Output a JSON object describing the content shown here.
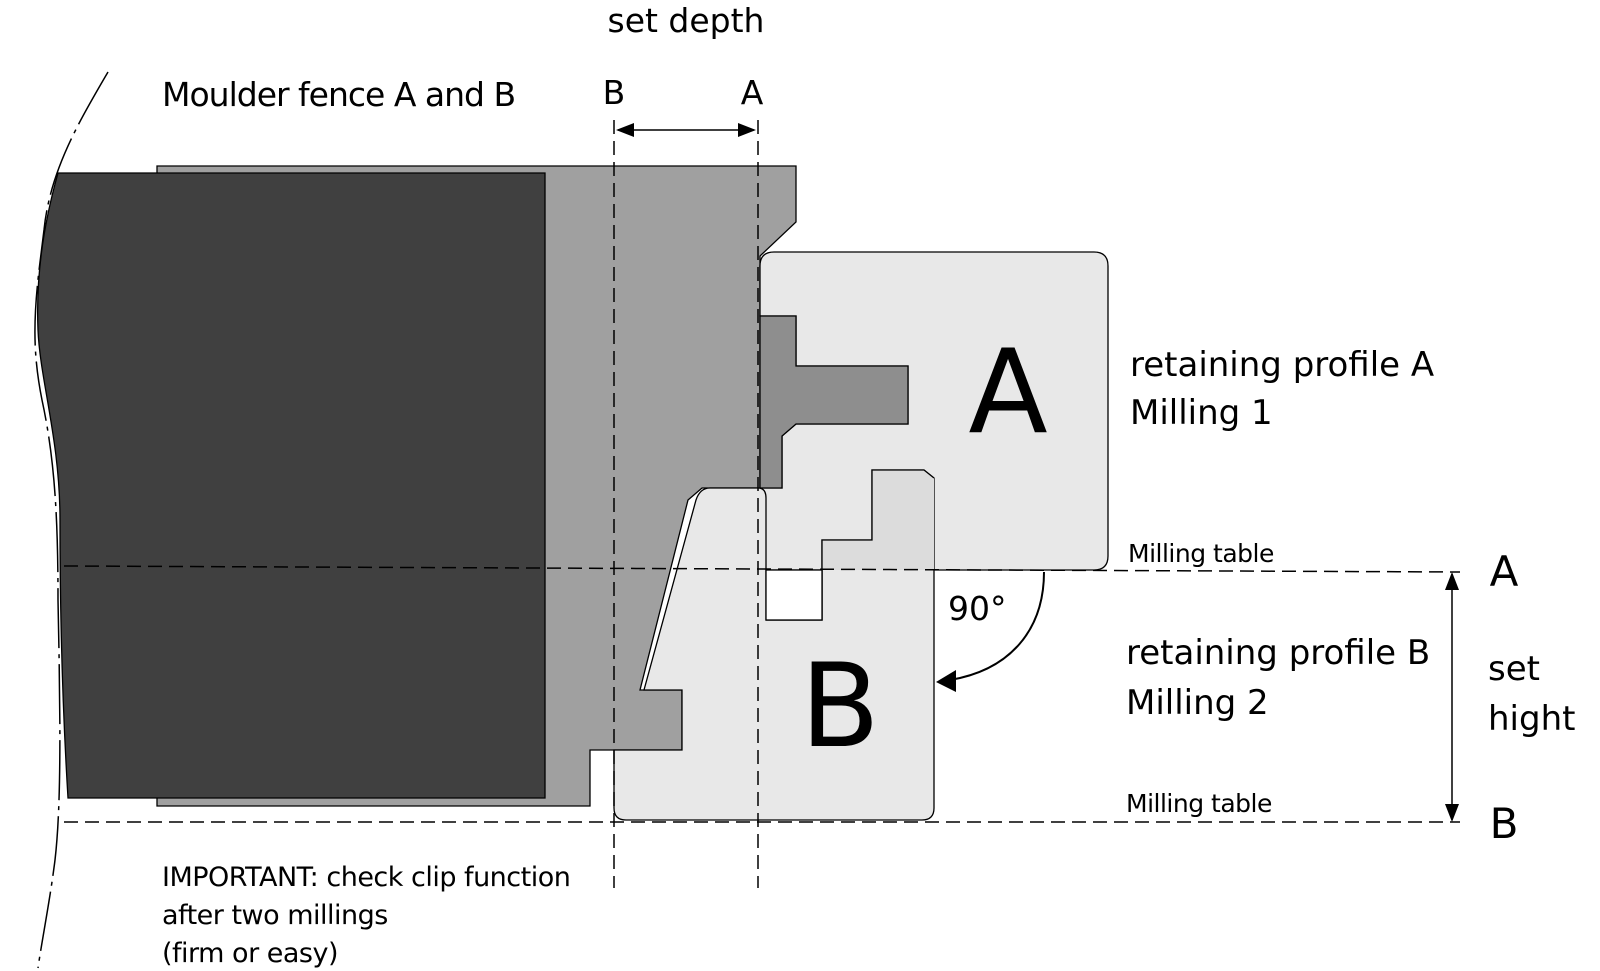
{
  "labels": {
    "set_depth": "set depth",
    "fence_title": "Moulder fence A and B",
    "depth_b": "B",
    "depth_a": "A",
    "profile_a_line1": "retaining profile A",
    "profile_a_line2": "Milling 1",
    "profile_a_letter": "A",
    "profile_b_letter": "B",
    "profile_b_line1": "retaining profile B",
    "profile_b_line2": "Milling 2",
    "milling_table_a": "Milling table",
    "milling_table_b": "Milling table",
    "height_a": "A",
    "height_b": "B",
    "set_hight_line1": "set",
    "set_hight_line2": "hight",
    "angle": "90°",
    "important_line1": "IMPORTANT: check clip function",
    "important_line2": "after two millings",
    "important_line3": "(firm or easy)"
  },
  "colors": {
    "dark_block": "#404040",
    "fence_gray": "#a0a0a0",
    "fence_inner_gray": "#8e8e8e",
    "profile_light": "#e8e8e8",
    "profile_light_inner": "#dcdcdc",
    "line": "#000000"
  }
}
